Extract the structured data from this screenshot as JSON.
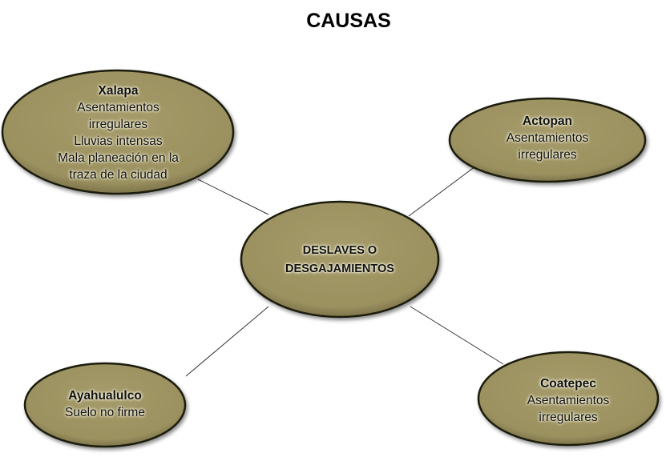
{
  "title": "CAUSAS",
  "colors": {
    "node_fill": "#9d9463",
    "node_stroke": "#1a1a10",
    "line": "#333333"
  },
  "center": {
    "lines": [
      "DESLAVES O",
      "DESGAJAMIENTOS"
    ]
  },
  "nodes": [
    {
      "name": "Xalapa",
      "lines": [
        "Asentamientos",
        "irregulares",
        "Lluvias intensas",
        "Mala planeación en la",
        "traza de la ciudad"
      ]
    },
    {
      "name": "Actopan",
      "lines": [
        "Asentamientos",
        "irregulares"
      ]
    },
    {
      "name": "Ayahualulco",
      "lines": [
        "Suelo no firme"
      ]
    },
    {
      "name": "Coatepec",
      "lines": [
        "Asentamientos",
        "irregulares"
      ]
    }
  ]
}
